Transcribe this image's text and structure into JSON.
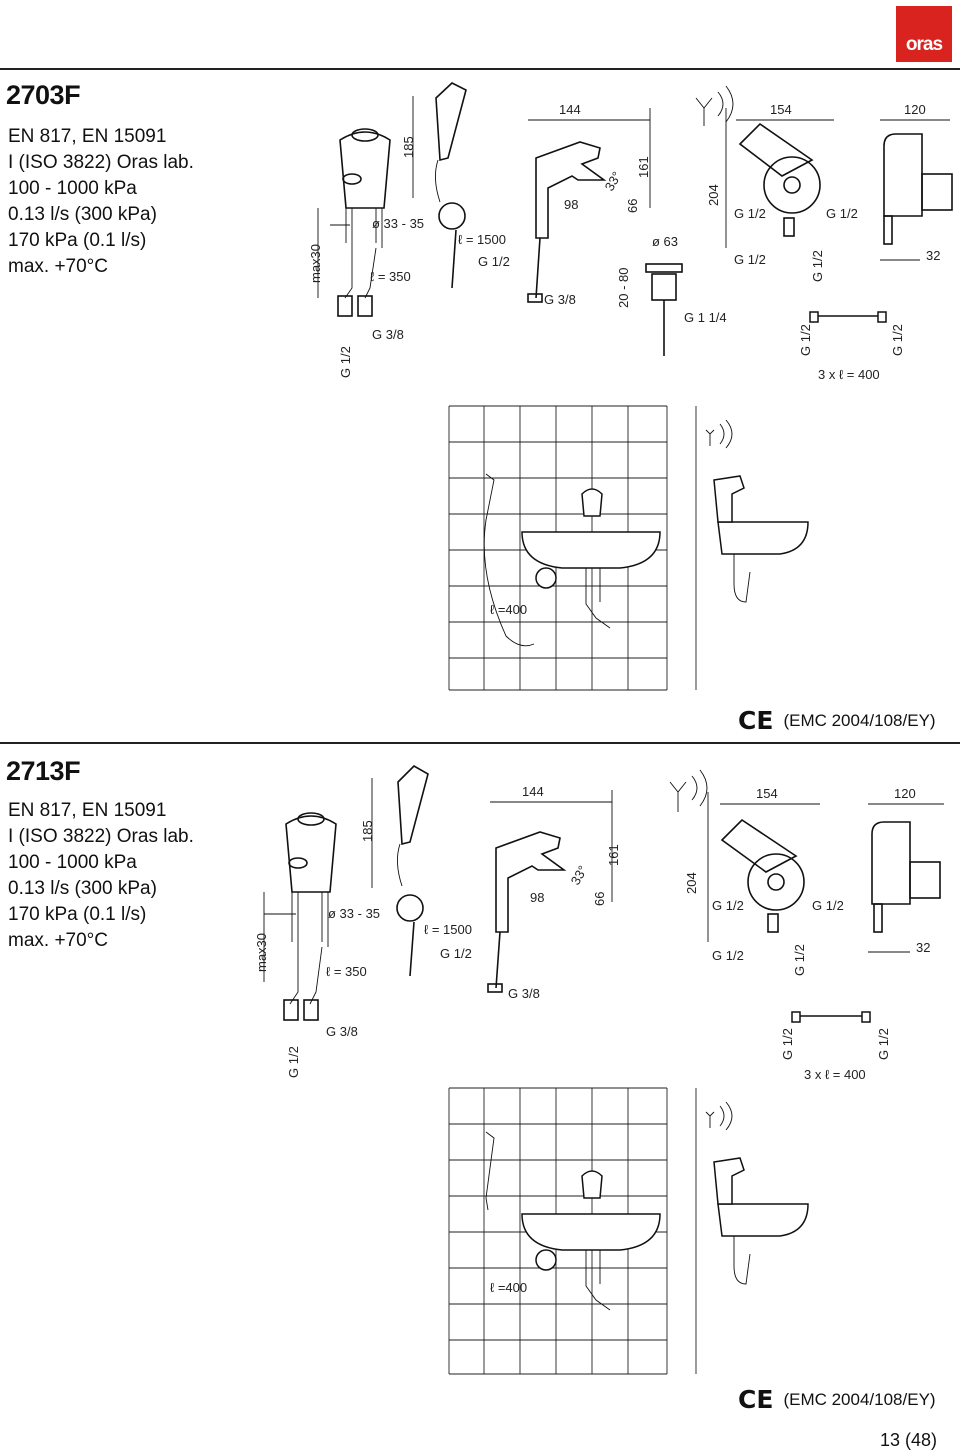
{
  "brand": {
    "logo_text": "oras",
    "color": "#d9231f"
  },
  "sections": [
    {
      "model": "2703F",
      "specs": [
        "EN 817, EN 15091",
        "I (ISO 3822) Oras lab.",
        "100 - 1000 kPa",
        "0.13 l/s (300 kPa)",
        "170 kPa (0.1 l/s)",
        "max. +70°C"
      ],
      "dims": {
        "max30": "max30",
        "d33": "ø 33 - 35",
        "l350": "ℓ = 350",
        "g38a": "G 3/8",
        "g12a": "G 1/2",
        "h185": "185",
        "l1500": "ℓ = 1500",
        "g12b": "G 1/2",
        "w144": "144",
        "h98": "98",
        "ang33": "33°",
        "h66": "66",
        "h161": "161",
        "g38b": "G 3/8",
        "d63": "ø 63",
        "r2080": "20 - 80",
        "g114": "G 1 1/4",
        "h204": "204",
        "w154": "154",
        "g12c": "G 1/2",
        "g12d": "G 1/2",
        "g12e": "G 1/2",
        "g12f": "G 1/2",
        "w120": "120",
        "h32": "32",
        "g12g": "G 1/2",
        "g12h": "G 1/2",
        "hose": "3 x ℓ = 400",
        "install_hose": "ℓ =400"
      },
      "ce_text": "(EMC 2004/108/EY)"
    },
    {
      "model": "2713F",
      "specs": [
        "EN 817, EN 15091",
        "I (ISO 3822) Oras lab.",
        "100 - 1000 kPa",
        "0.13 l/s (300 kPa)",
        "170 kPa (0.1 l/s)",
        "max. +70°C"
      ],
      "dims": {
        "max30": "max30",
        "d33": "ø 33 - 35",
        "l350": "ℓ = 350",
        "g38a": "G 3/8",
        "g12a": "G 1/2",
        "h185": "185",
        "l1500": "ℓ = 1500",
        "g12b": "G 1/2",
        "w144": "144",
        "h98": "98",
        "ang33": "33°",
        "h66": "66",
        "h161": "161",
        "g38b": "G 3/8",
        "h204": "204",
        "w154": "154",
        "g12c": "G 1/2",
        "g12d": "G 1/2",
        "g12e": "G 1/2",
        "g12f": "G 1/2",
        "w120": "120",
        "h32": "32",
        "g12g": "G 1/2",
        "g12h": "G 1/2",
        "hose": "3 x ℓ = 400",
        "install_hose": "ℓ =400"
      },
      "ce_text": "(EMC 2004/108/EY)"
    }
  ],
  "ce_mark": "CE",
  "page_number": "13 (48)"
}
